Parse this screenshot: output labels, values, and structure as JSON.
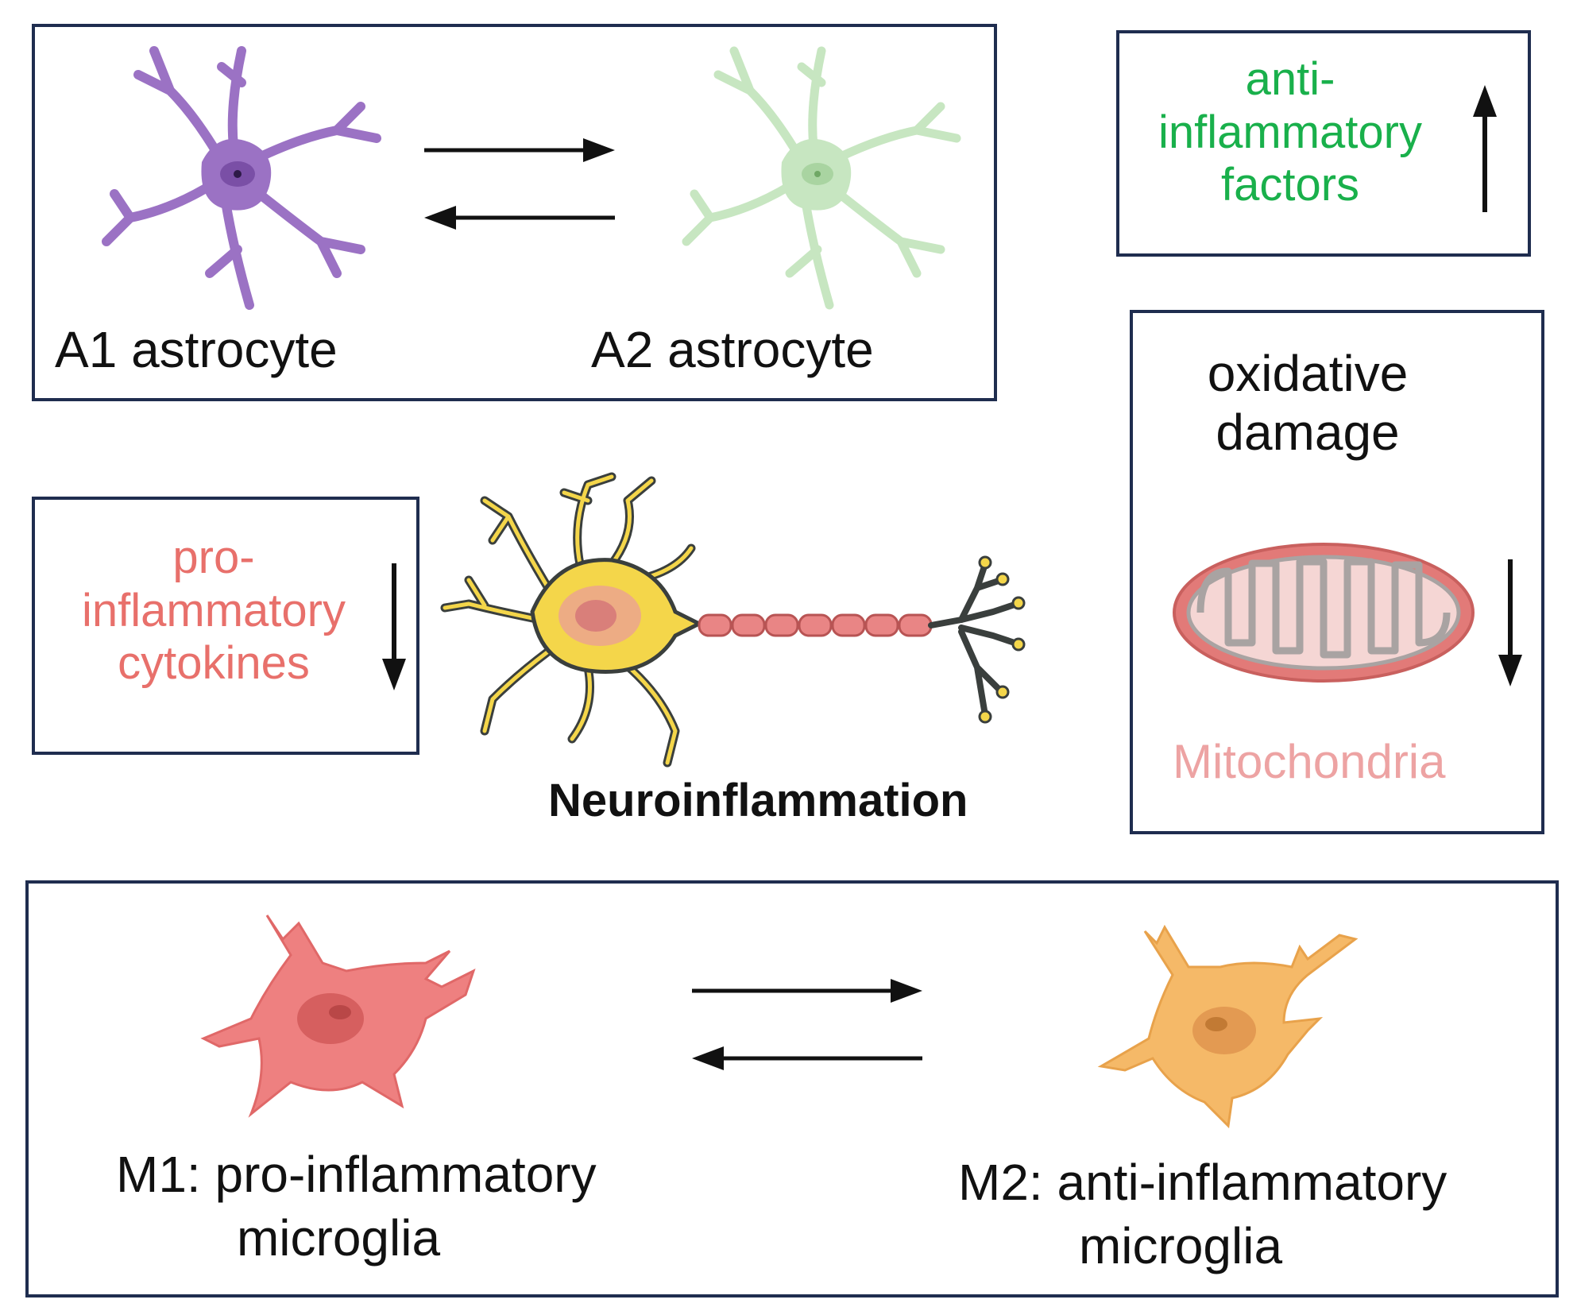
{
  "astrocyte_panel": {
    "a1_label": "A1 astrocyte",
    "a2_label": "A2 astrocyte",
    "a1_color": "#9b72c4",
    "a2_color": "#c7e6c1"
  },
  "anti_inflammatory_panel": {
    "line1": "anti-",
    "line2": "inflammatory",
    "line3": "factors",
    "text_color": "#19b04b",
    "arrow_direction": "up"
  },
  "pro_inflammatory_panel": {
    "line1": "pro-",
    "line2": "inflammatory",
    "line3": "cytokines",
    "text_color": "#e8706b",
    "arrow_direction": "down"
  },
  "oxidative_panel": {
    "line1": "oxidative",
    "line2": "damage",
    "organelle_label": "Mitochondria",
    "label_color": "#eda3a3",
    "arrow_direction": "down"
  },
  "center": {
    "title": "Neuroinflammation"
  },
  "microglia_panel": {
    "m1_line1": "M1: pro-inflammatory",
    "m1_line2": "microglia",
    "m2_line1": "M2: anti-inflammatory",
    "m2_line2": "microglia",
    "m1_color": "#ee8080",
    "m2_color": "#f5b968"
  }
}
